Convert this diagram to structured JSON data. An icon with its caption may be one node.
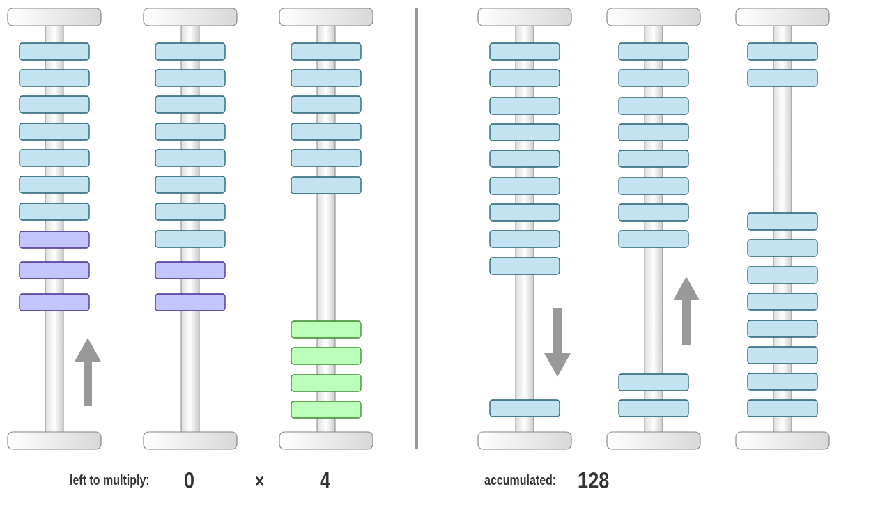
{
  "diagram": {
    "labels": [
      "left to multiply:",
      "0",
      "×",
      "4",
      "accumulated:",
      "128"
    ]
  }
}
